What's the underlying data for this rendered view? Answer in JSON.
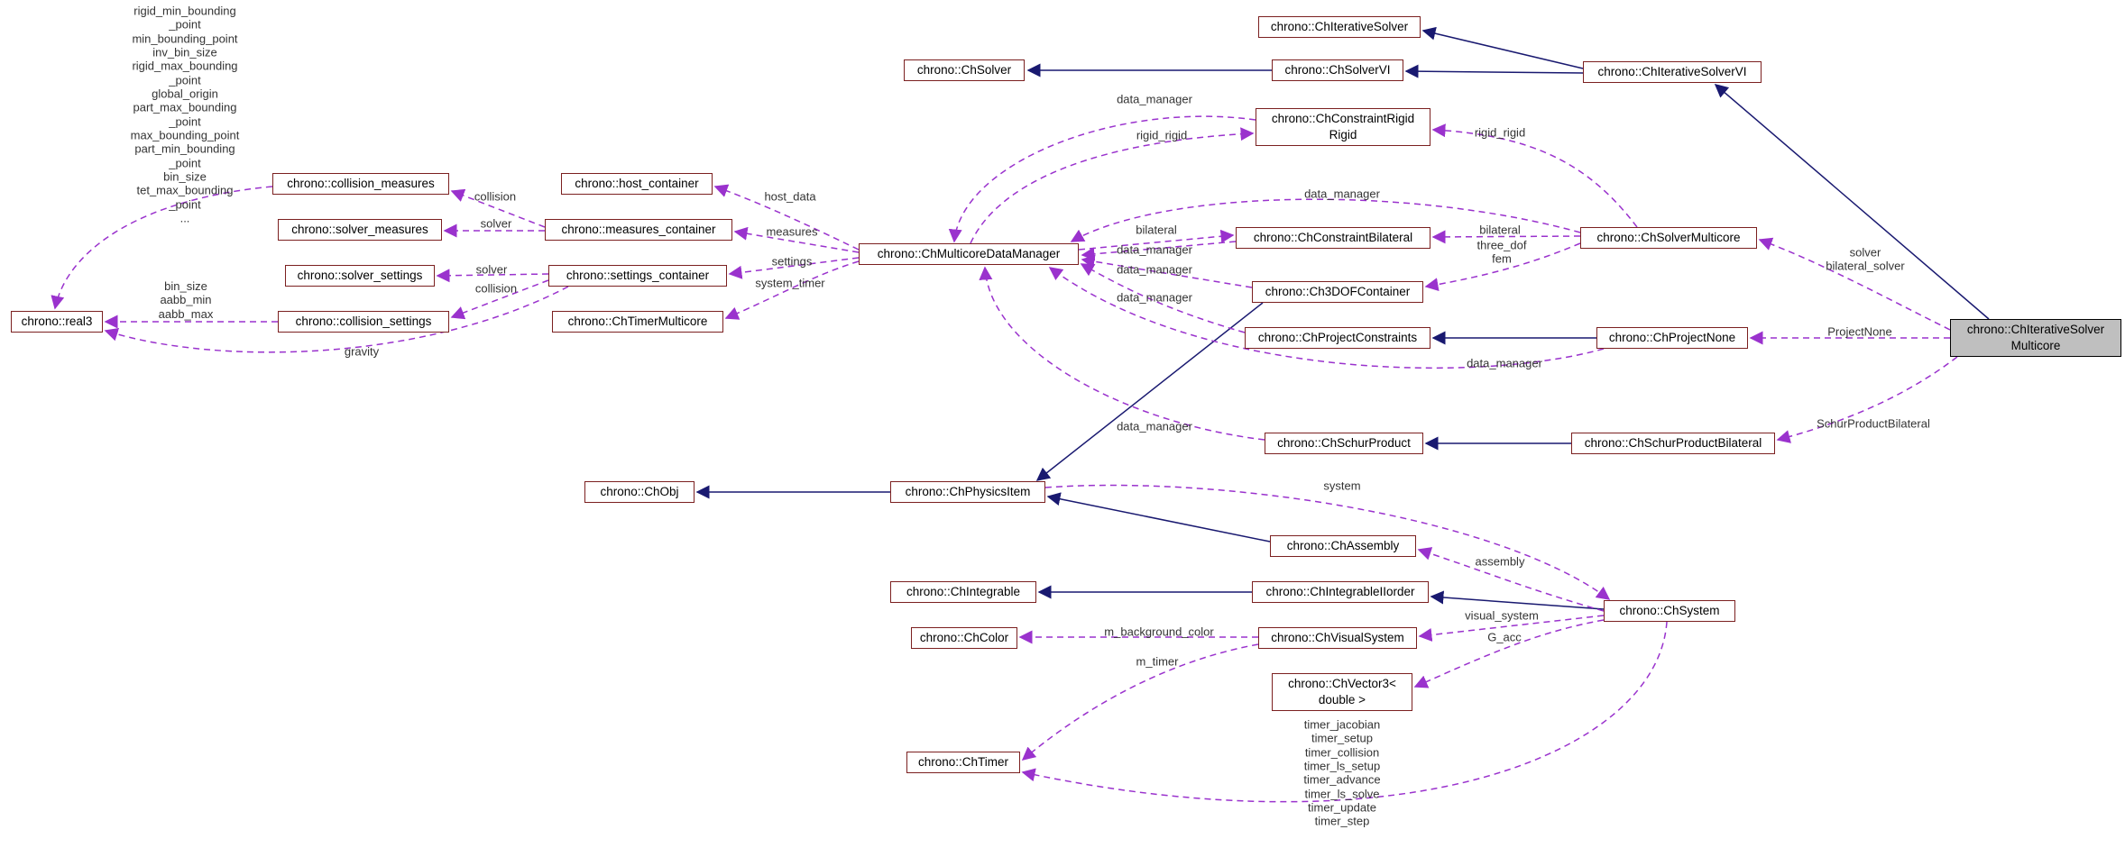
{
  "diagram": {
    "title": "Collaboration diagram for chrono::ChIterativeSolverMulticore",
    "type": "doxygen-collaboration-graph",
    "highlight_node": "iterative_solver_multicore",
    "colors": {
      "inheritance_edge": "#191970",
      "usage_edge": "#9a32cd",
      "node_border": "#7b2020",
      "node_fill": "#ffffff",
      "highlight_fill": "#bfbfbf",
      "text": "#000000"
    }
  },
  "nodes": [
    {
      "id": "iterative_solver",
      "label": "chrono::ChIterativeSolver"
    },
    {
      "id": "solver",
      "label": "chrono::ChSolver"
    },
    {
      "id": "solver_vi",
      "label": "chrono::ChSolverVI"
    },
    {
      "id": "iterative_solver_vi",
      "label": "chrono::ChIterativeSolverVI"
    },
    {
      "id": "constraint_rigid_rigid",
      "label": "chrono::ChConstraintRigid\nRigid"
    },
    {
      "id": "collision_measures",
      "label": "chrono::collision_measures"
    },
    {
      "id": "host_container",
      "label": "chrono::host_container"
    },
    {
      "id": "solver_measures",
      "label": "chrono::solver_measures"
    },
    {
      "id": "measures_container",
      "label": "chrono::measures_container"
    },
    {
      "id": "constraint_bilateral",
      "label": "chrono::ChConstraintBilateral"
    },
    {
      "id": "solver_multicore",
      "label": "chrono::ChSolverMulticore"
    },
    {
      "id": "solver_settings",
      "label": "chrono::solver_settings"
    },
    {
      "id": "settings_container",
      "label": "chrono::settings_container"
    },
    {
      "id": "data_manager",
      "label": "chrono::ChMulticoreDataManager"
    },
    {
      "id": "three_dof_container",
      "label": "chrono::Ch3DOFContainer"
    },
    {
      "id": "real3",
      "label": "chrono::real3"
    },
    {
      "id": "collision_settings",
      "label": "chrono::collision_settings"
    },
    {
      "id": "timer_multicore",
      "label": "chrono::ChTimerMulticore"
    },
    {
      "id": "project_constraints",
      "label": "chrono::ChProjectConstraints"
    },
    {
      "id": "project_none",
      "label": "chrono::ChProjectNone"
    },
    {
      "id": "iterative_solver_multicore",
      "label": "chrono::ChIterativeSolver\nMulticore"
    },
    {
      "id": "schur_product",
      "label": "chrono::ChSchurProduct"
    },
    {
      "id": "schur_product_bilateral",
      "label": "chrono::ChSchurProductBilateral"
    },
    {
      "id": "ch_obj",
      "label": "chrono::ChObj"
    },
    {
      "id": "physics_item",
      "label": "chrono::ChPhysicsItem"
    },
    {
      "id": "ch_assembly",
      "label": "chrono::ChAssembly"
    },
    {
      "id": "integrable",
      "label": "chrono::ChIntegrable"
    },
    {
      "id": "integrable_ii_order",
      "label": "chrono::ChIntegrableIIorder"
    },
    {
      "id": "ch_system",
      "label": "chrono::ChSystem"
    },
    {
      "id": "ch_color",
      "label": "chrono::ChColor"
    },
    {
      "id": "visual_system",
      "label": "chrono::ChVisualSystem"
    },
    {
      "id": "vector3",
      "label": "chrono::ChVector3<\ndouble >"
    },
    {
      "id": "ch_timer",
      "label": "chrono::ChTimer"
    }
  ],
  "edges": [
    {
      "from": "solver_vi",
      "to": "solver",
      "type": "inheritance",
      "label": ""
    },
    {
      "from": "iterative_solver_vi",
      "to": "iterative_solver",
      "type": "inheritance",
      "label": ""
    },
    {
      "from": "iterative_solver_vi",
      "to": "solver_vi",
      "type": "inheritance",
      "label": ""
    },
    {
      "from": "iterative_solver_multicore",
      "to": "iterative_solver_vi",
      "type": "inheritance",
      "label": ""
    },
    {
      "from": "project_none",
      "to": "project_constraints",
      "type": "inheritance",
      "label": ""
    },
    {
      "from": "schur_product_bilateral",
      "to": "schur_product",
      "type": "inheritance",
      "label": ""
    },
    {
      "from": "physics_item",
      "to": "ch_obj",
      "type": "inheritance",
      "label": ""
    },
    {
      "from": "three_dof_container",
      "to": "physics_item",
      "type": "inheritance",
      "label": ""
    },
    {
      "from": "ch_assembly",
      "to": "physics_item",
      "type": "inheritance",
      "label": ""
    },
    {
      "from": "integrable_ii_order",
      "to": "integrable",
      "type": "inheritance",
      "label": ""
    },
    {
      "from": "ch_system",
      "to": "integrable_ii_order",
      "type": "inheritance",
      "label": ""
    },
    {
      "from": "measures_container",
      "to": "collision_measures",
      "type": "usage",
      "label": "collision"
    },
    {
      "from": "measures_container",
      "to": "solver_measures",
      "type": "usage",
      "label": "solver"
    },
    {
      "from": "settings_container",
      "to": "solver_settings",
      "type": "usage",
      "label": "solver"
    },
    {
      "from": "settings_container",
      "to": "collision_settings",
      "type": "usage",
      "label": "collision"
    },
    {
      "from": "data_manager",
      "to": "host_container",
      "type": "usage",
      "label": "host_data"
    },
    {
      "from": "data_manager",
      "to": "measures_container",
      "type": "usage",
      "label": "measures"
    },
    {
      "from": "data_manager",
      "to": "settings_container",
      "type": "usage",
      "label": "settings"
    },
    {
      "from": "data_manager",
      "to": "timer_multicore",
      "type": "usage",
      "label": "system_timer"
    },
    {
      "from": "collision_measures",
      "to": "real3",
      "type": "usage",
      "label": "rigid_min_bounding\n_point\nmin_bounding_point\ninv_bin_size\nrigid_max_bounding\n_point\nglobal_origin\npart_max_bounding\n_point\nmax_bounding_point\npart_min_bounding\n_point\nbin_size\ntet_max_bounding\n_point\n..."
    },
    {
      "from": "collision_settings",
      "to": "real3",
      "type": "usage",
      "label": "bin_size\naabb_min\naabb_max"
    },
    {
      "from": "settings_container",
      "to": "real3",
      "type": "usage",
      "label": "gravity"
    },
    {
      "from": "constraint_rigid_rigid",
      "to": "data_manager",
      "type": "usage",
      "label": "data_manager"
    },
    {
      "from": "data_manager",
      "to": "constraint_rigid_rigid",
      "type": "usage",
      "label": "rigid_rigid"
    },
    {
      "from": "solver_multicore",
      "to": "constraint_rigid_rigid",
      "type": "usage",
      "label": "rigid_rigid"
    },
    {
      "from": "solver_multicore",
      "to": "data_manager",
      "type": "usage",
      "label": "data_manager"
    },
    {
      "from": "data_manager",
      "to": "constraint_bilateral",
      "type": "usage",
      "label": "bilateral"
    },
    {
      "from": "constraint_bilateral",
      "to": "data_manager",
      "type": "usage",
      "label": "data_manager"
    },
    {
      "from": "three_dof_container",
      "to": "data_manager",
      "type": "usage",
      "label": "data_manager"
    },
    {
      "from": "project_constraints",
      "to": "data_manager",
      "type": "usage",
      "label": "data_manager"
    },
    {
      "from": "project_none",
      "to": "data_manager",
      "type": "usage",
      "label": "data_manager"
    },
    {
      "from": "schur_product",
      "to": "data_manager",
      "type": "usage",
      "label": "data_manager"
    },
    {
      "from": "solver_multicore",
      "to": "constraint_bilateral",
      "type": "usage",
      "label": "bilateral"
    },
    {
      "from": "solver_multicore",
      "to": "three_dof_container",
      "type": "usage",
      "label": "three_dof\nfem"
    },
    {
      "from": "iterative_solver_multicore",
      "to": "solver_multicore",
      "type": "usage",
      "label": "solver\nbilateral_solver"
    },
    {
      "from": "iterative_solver_multicore",
      "to": "project_none",
      "type": "usage",
      "label": "ProjectNone"
    },
    {
      "from": "iterative_solver_multicore",
      "to": "schur_product_bilateral",
      "type": "usage",
      "label": "SchurProductBilateral"
    },
    {
      "from": "physics_item",
      "to": "ch_system",
      "type": "usage",
      "label": "system"
    },
    {
      "from": "ch_system",
      "to": "ch_assembly",
      "type": "usage",
      "label": "assembly"
    },
    {
      "from": "ch_system",
      "to": "visual_system",
      "type": "usage",
      "label": "visual_system"
    },
    {
      "from": "visual_system",
      "to": "ch_color",
      "type": "usage",
      "label": "m_background_color"
    },
    {
      "from": "ch_system",
      "to": "vector3",
      "type": "usage",
      "label": "G_acc"
    },
    {
      "from": "visual_system",
      "to": "ch_timer",
      "type": "usage",
      "label": "m_timer"
    },
    {
      "from": "ch_system",
      "to": "ch_timer",
      "type": "usage",
      "label": "timer_jacobian\ntimer_setup\ntimer_collision\ntimer_ls_setup\ntimer_advance\ntimer_ls_solve\ntimer_update\ntimer_step"
    }
  ]
}
